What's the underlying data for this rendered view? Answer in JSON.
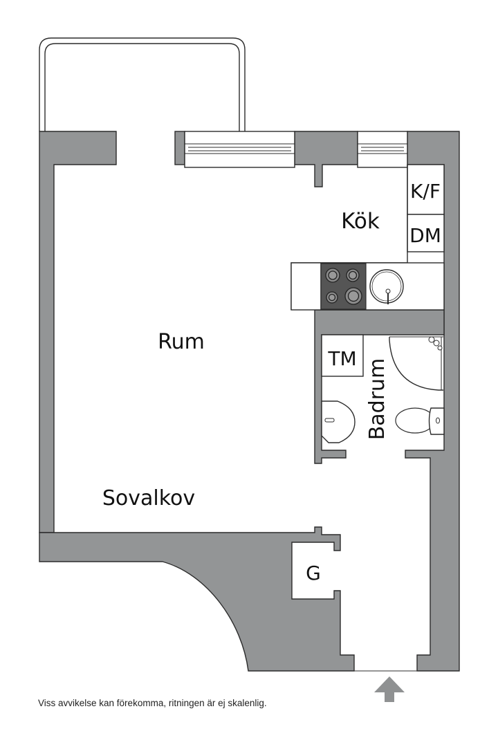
{
  "floorplan": {
    "rooms": {
      "living": "Rum",
      "kitchen": "Kök",
      "sleeping_alcove": "Sovalkov",
      "bathroom": "Badrum"
    },
    "appliances": {
      "fridge_freezer": "K/F",
      "dishwasher": "DM",
      "washing_machine": "TM",
      "wardrobe": "G"
    },
    "entrance_arrow": "entrance-arrow",
    "disclaimer": "Viss avvikelse kan förekomma, ritningen är ej skalenlig.",
    "colors": {
      "wall": "#939596",
      "stove": "#555555",
      "background": "#ffffff",
      "outline": "#2b2b2b"
    }
  }
}
